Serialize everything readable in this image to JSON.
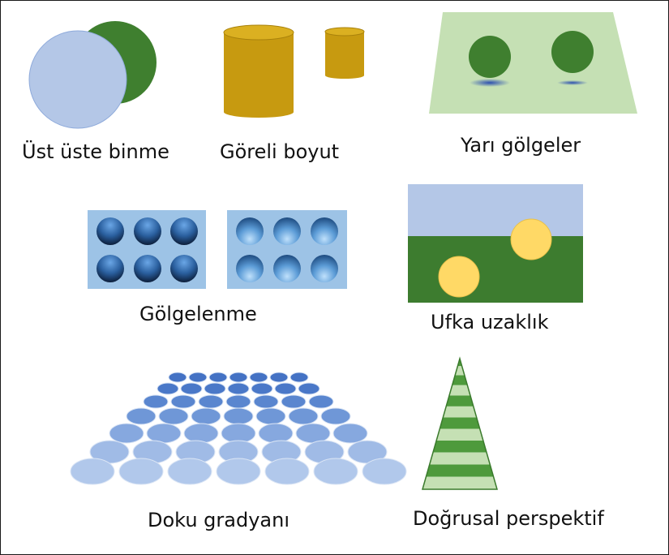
{
  "labels": {
    "overlap": "Üst üste binme",
    "relative_size": "Göreli boyut",
    "shadows": "Yarı gölgeler",
    "shading": "Gölgelenme",
    "horizon": "Ufka uzaklık",
    "texture_gradient": "Doku gradyanı",
    "linear_perspective": "Doğrusal perspektif"
  },
  "colors": {
    "dark_green": "#3f7f2f",
    "light_blue": "#b4c7e7",
    "gold": "#c79a10",
    "gold_top": "#dbb021",
    "pale_green": "#c5e0b4",
    "sky": "#b4c7e7",
    "ground": "#3d7c2f",
    "sun": "#ffd966",
    "panel_blue": "#9dc3e6",
    "stripe_green": "#4e9a3c",
    "stripe_light": "#c5e0b4"
  }
}
